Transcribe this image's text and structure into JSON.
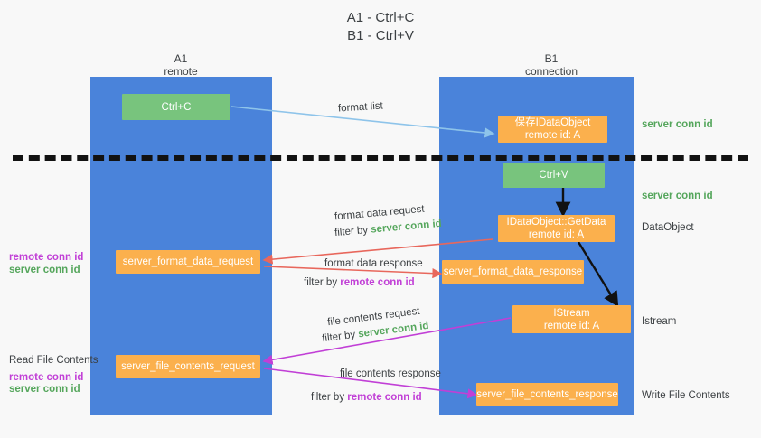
{
  "title": {
    "line1": "A1 - Ctrl+C",
    "line2": "B1 - Ctrl+V"
  },
  "columns": {
    "left": {
      "name": "A1",
      "role": "remote"
    },
    "right": {
      "name": "B1",
      "role": "connection"
    }
  },
  "boxes": {
    "ctrl_c": "Ctrl+C",
    "ctrl_v": "Ctrl+V",
    "save_idataobject_l1": "保存IDataObject",
    "save_idataobject_l2": "remote id: A",
    "getdata_l1": "IDataObject::GetData",
    "getdata_l2": "remote id: A",
    "istream_l1": "IStream",
    "istream_l2": "remote id: A",
    "server_format_data_request": "server_format_data_request",
    "server_format_data_response": "server_format_data_response",
    "server_file_contents_request": "server_file_contents_request",
    "server_file_contents_response": "server_file_contents_response"
  },
  "right_labels": {
    "server_conn_id_top": "server conn id",
    "server_conn_id_mid": "server conn id",
    "dataobject": "DataObject",
    "istream": "Istream",
    "write_file_contents": "Write File Contents"
  },
  "left_labels": {
    "remote_conn_id_1": "remote conn id",
    "server_conn_id_1": "server conn id",
    "read_file_contents": "Read File Contents",
    "remote_conn_id_2": "remote conn id",
    "server_conn_id_2": "server conn id"
  },
  "edges": {
    "format_list": "format list",
    "format_data_request": "format data request",
    "format_data_request_filter_prefix": "filter by ",
    "format_data_request_filter_value": "server conn id",
    "format_data_response": "format data response",
    "format_data_response_filter_prefix": "filter by ",
    "format_data_response_filter_value": "remote conn id",
    "file_contents_request": "file contents request",
    "file_contents_request_filter_prefix": "filter by ",
    "file_contents_request_filter_value": "server conn id",
    "file_contents_response": "file contents response",
    "file_contents_response_filter_prefix": "filter by ",
    "file_contents_response_filter_value": "remote conn id"
  },
  "colors": {
    "lane": "#4a83da",
    "green_box": "#78c47d",
    "orange_box": "#fbb04d",
    "green_text": "#55a65c",
    "purple_text": "#c13fd6",
    "blue_arrow": "#8ec4ea",
    "red_arrow": "#e8675c",
    "magenta_arrow": "#c13fd6",
    "black_arrow": "#111111",
    "background": "#f8f8f8"
  }
}
